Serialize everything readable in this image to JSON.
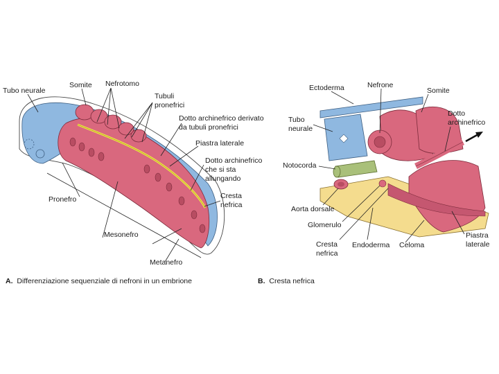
{
  "panel_a": {
    "caption_letter": "A.",
    "caption_text": "Differenziazione sequenziale di nefroni in un embrione",
    "labels": {
      "tubo_neurale": "Tubo neurale",
      "somite": "Somite",
      "nefrotomo": "Nefrotomo",
      "tubuli_1": "Tubuli",
      "tubuli_2": "pronefrici",
      "dotto_deriv_1": "Dotto archinefrico derivato",
      "dotto_deriv_2": "da tubuli pronefrici",
      "piastra_laterale": "Piastra laterale",
      "dotto_allung_1": "Dotto archinefrico",
      "dotto_allung_2": "che si sta",
      "dotto_allung_3": "allungando",
      "cresta_1": "Cresta",
      "cresta_2": "nefrica",
      "pronefro": "Pronefro",
      "mesonefro": "Mesonefro",
      "metanefro": "Metanefro"
    }
  },
  "panel_b": {
    "caption_letter": "B.",
    "caption_text": "Cresta nefrica",
    "labels": {
      "ectoderma": "Ectoderma",
      "nefrone": "Nefrone",
      "somite": "Somite",
      "dotto_1": "Dotto",
      "dotto_2": "archinefrico",
      "tubo_1": "Tubo",
      "tubo_2": "neurale",
      "notocorda": "Notocorda",
      "aorta": "Aorta dorsale",
      "glomerulo": "Glomerulo",
      "cresta_1": "Cresta",
      "cresta_2": "nefrica",
      "endoderma": "Endoderma",
      "celoma": "Celoma",
      "piastra_1": "Piastra",
      "piastra_2": "laterale"
    }
  },
  "colors": {
    "neural_blue": "#8fb8e0",
    "pink": "#d9687e",
    "yellow_duct": "#f1e24a",
    "endoderm_yellow": "#f4dc8e",
    "notochord_green": "#a9c07a"
  }
}
